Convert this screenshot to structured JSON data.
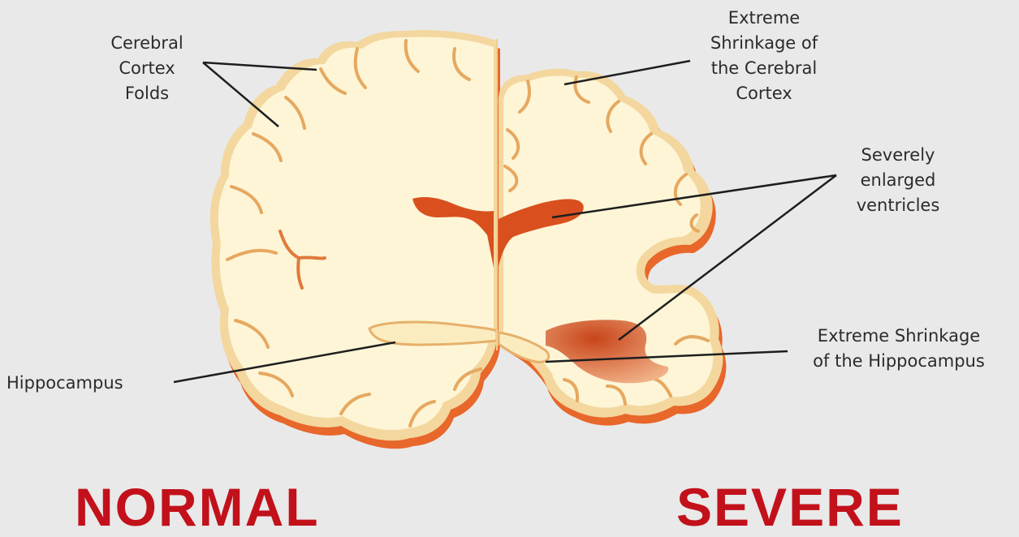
{
  "labels": {
    "cortex_folds": [
      "Cerebral",
      "Cortex",
      "Folds"
    ],
    "extreme_shrinkage_cortex": [
      "Extreme",
      "Shrinkage of",
      "the Cerebral",
      "Cortex"
    ],
    "enlarged_ventricles": [
      "Severely",
      "enlarged",
      "ventricles"
    ],
    "hippocampus": "Hippocampus",
    "extreme_shrinkage_hippocampus": [
      "Extreme Shrinkage",
      "of the Hippocampus"
    ]
  },
  "headings": {
    "normal": "NORMAL",
    "severe": "SEVERE"
  },
  "colors": {
    "background": "#e9e9e9",
    "brain_fill": "#fdf5d6",
    "brain_outline": "#f3d79e",
    "brain_shadow": "#e8672b",
    "ventricle": "#d9501e",
    "heading": "#c2111b",
    "leader_line": "#1e1e1e"
  }
}
